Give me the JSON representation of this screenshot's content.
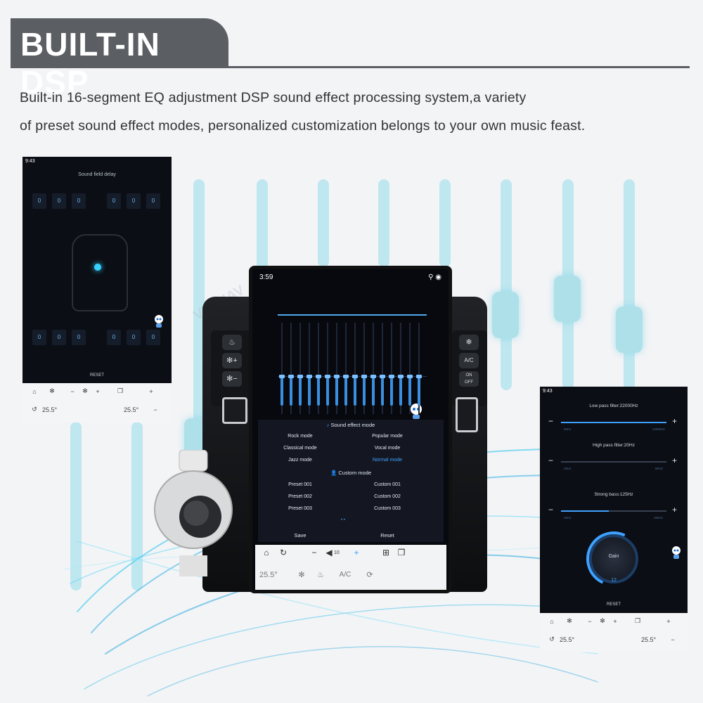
{
  "header": {
    "title": "BUILT-IN DSP",
    "line1": "Built-in 16-segment EQ adjustment DSP sound effect processing system,a variety",
    "line2": "of preset sound effect modes, personalized customization belongs to your own music feast."
  },
  "colors": {
    "banner": "#5b5f63",
    "accent": "#3fa1ff",
    "bg_bar": "#bfe7ef"
  },
  "watermark": "VIKINAV",
  "left_tablet": {
    "time": "9:43",
    "title": "Sound field delay",
    "delay_values": [
      "0",
      "0",
      "0",
      "0",
      "0",
      "0",
      "0",
      "0",
      "0",
      "0",
      "0",
      "0"
    ],
    "reset": "RESET",
    "temp_left": "25.5°",
    "temp_right": "25.5°"
  },
  "center_screen": {
    "time": "3:59",
    "sound_effect_header": "Sound effect mode",
    "modes": [
      "Rock mode",
      "Popular mode",
      "Classical mode",
      "Vocal mode",
      "Jazz mode",
      "Normal mode"
    ],
    "active_mode": "Normal mode",
    "custom_header": "Custom mode",
    "presets": [
      "Preset 001",
      "Custom 001",
      "Preset 002",
      "Custom 002",
      "Preset 003",
      "Custom 003"
    ],
    "save": "Save",
    "reset": "Reset",
    "volume": "10",
    "temp": "25.5°",
    "ac": "A/C",
    "dash_ac": "A/C",
    "dash_on": "ON",
    "dash_off": "OFF"
  },
  "right_tablet": {
    "time": "9:43",
    "low_pass_label": "Low pass filter:22000Hz",
    "low_pass_min": "60Hz",
    "low_pass_max": "22000Hz",
    "low_pass_level": 1.0,
    "high_pass_label": "High pass filter:20Hz",
    "high_pass_min": "20Hz",
    "high_pass_max": "8KHz",
    "high_pass_level": 0.0,
    "bass_label": "Strong bass:125Hz",
    "bass_min": "20Hz",
    "bass_max": "250Hz",
    "bass_level": 0.45,
    "gain_label": "Gain",
    "gain_value": "12",
    "reset": "RESET",
    "temp_left": "25.5°",
    "temp_right": "25.5°"
  }
}
